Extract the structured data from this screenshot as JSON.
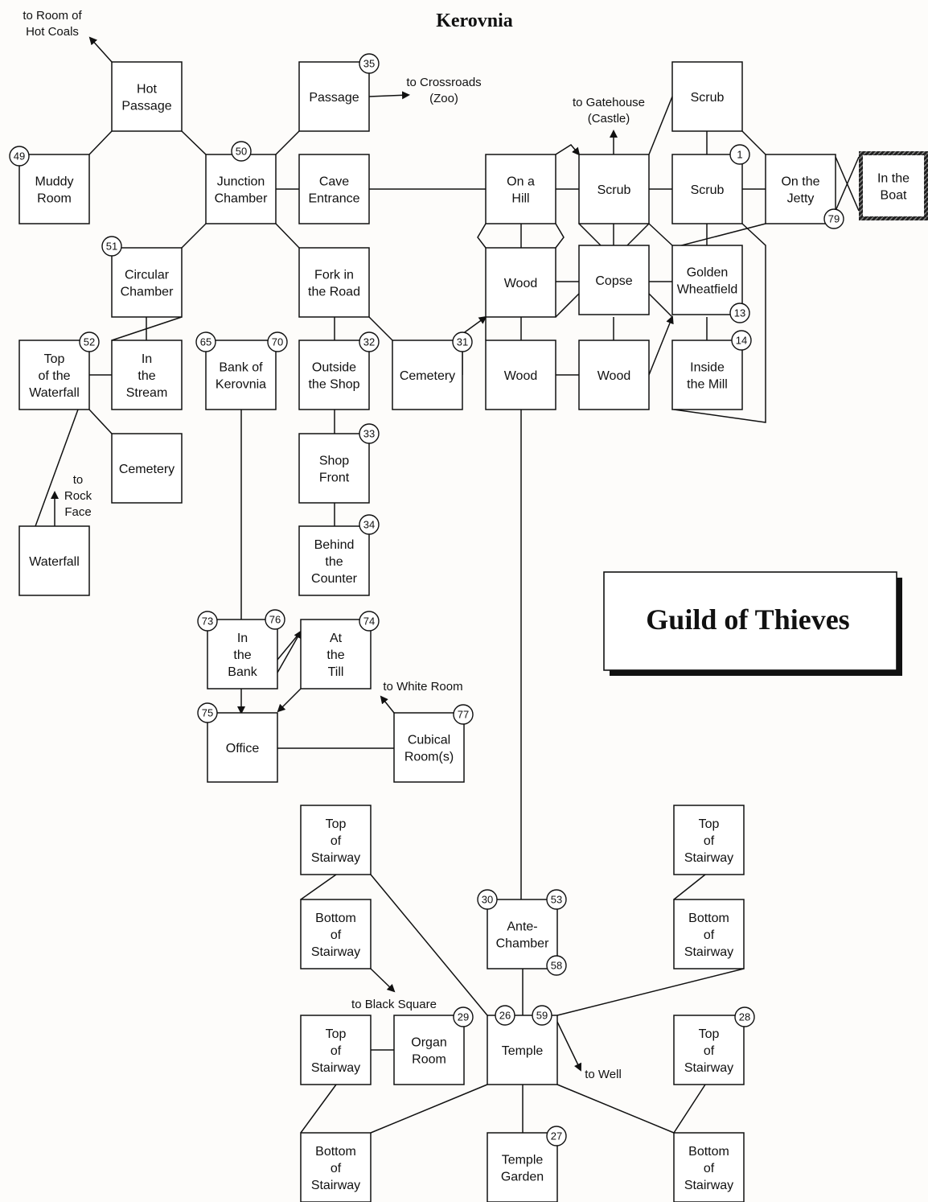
{
  "title": "Kerovnia",
  "guild_title": "Guild of Thieves",
  "rooms": [
    {
      "id": "hot-passage",
      "label": [
        "Hot",
        "Passage"
      ]
    },
    {
      "id": "passage",
      "label": [
        "Passage"
      ],
      "num": "35"
    },
    {
      "id": "muddy-room",
      "label": [
        "Muddy",
        "Room"
      ],
      "num": "49"
    },
    {
      "id": "junction-chamber",
      "label": [
        "Junction",
        "Chamber"
      ],
      "num": "50"
    },
    {
      "id": "cave-entrance",
      "label": [
        "Cave",
        "Entrance"
      ]
    },
    {
      "id": "circular-chamber",
      "label": [
        "Circular",
        "Chamber"
      ],
      "num": "51"
    },
    {
      "id": "fork-in-the-road",
      "label": [
        "Fork in",
        "the Road"
      ]
    },
    {
      "id": "top-of-the-waterfall",
      "label": [
        "Top",
        "of the",
        "Waterfall"
      ],
      "num": "52"
    },
    {
      "id": "in-the-stream",
      "label": [
        "In",
        "the",
        "Stream"
      ]
    },
    {
      "id": "bank-of-kerovnia",
      "label": [
        "Bank of",
        "Kerovnia"
      ],
      "num": "65",
      "num2": "70"
    },
    {
      "id": "outside-the-shop",
      "label": [
        "Outside",
        "the Shop"
      ],
      "num": "32"
    },
    {
      "id": "cemetery-1",
      "label": [
        "Cemetery"
      ],
      "num": "31"
    },
    {
      "id": "cemetery-2",
      "label": [
        "Cemetery"
      ]
    },
    {
      "id": "shop-front",
      "label": [
        "Shop",
        "Front"
      ],
      "num": "33"
    },
    {
      "id": "behind-the-counter",
      "label": [
        "Behind",
        "the",
        "Counter"
      ],
      "num": "34"
    },
    {
      "id": "waterfall",
      "label": [
        "Waterfall"
      ]
    },
    {
      "id": "on-a-hill",
      "label": [
        "On a",
        "Hill"
      ]
    },
    {
      "id": "scrub-1",
      "label": [
        "Scrub"
      ]
    },
    {
      "id": "scrub-2",
      "label": [
        "Scrub"
      ]
    },
    {
      "id": "scrub-3",
      "label": [
        "Scrub"
      ],
      "num": "1"
    },
    {
      "id": "on-the-jetty",
      "label": [
        "On the",
        "Jetty"
      ],
      "num": "79"
    },
    {
      "id": "in-the-boat",
      "label": [
        "In the",
        "Boat"
      ]
    },
    {
      "id": "wood-1",
      "label": [
        "Wood"
      ]
    },
    {
      "id": "copse",
      "label": [
        "Copse"
      ]
    },
    {
      "id": "golden-wheatfield",
      "label": [
        "Golden",
        "Wheatfield"
      ],
      "num": "13"
    },
    {
      "id": "wood-2",
      "label": [
        "Wood"
      ]
    },
    {
      "id": "wood-3",
      "label": [
        "Wood"
      ]
    },
    {
      "id": "inside-the-mill",
      "label": [
        "Inside",
        "the Mill"
      ],
      "num": "14"
    },
    {
      "id": "in-the-bank",
      "label": [
        "In",
        "the",
        "Bank"
      ],
      "num": "73",
      "num2": "76"
    },
    {
      "id": "at-the-till",
      "label": [
        "At",
        "the",
        "Till"
      ],
      "num": "74"
    },
    {
      "id": "office",
      "label": [
        "Office"
      ],
      "num": "75"
    },
    {
      "id": "cubical-rooms",
      "label": [
        "Cubical",
        "Room(s)"
      ],
      "num": "77"
    },
    {
      "id": "top-of-stairway-1",
      "label": [
        "Top",
        "of",
        "Stairway"
      ]
    },
    {
      "id": "bottom-of-stairway-1",
      "label": [
        "Bottom",
        "of",
        "Stairway"
      ]
    },
    {
      "id": "top-of-stairway-2",
      "label": [
        "Top",
        "of",
        "Stairway"
      ]
    },
    {
      "id": "bottom-of-stairway-2",
      "label": [
        "Bottom",
        "of",
        "Stairway"
      ]
    },
    {
      "id": "ante-chamber",
      "label": [
        "Ante-",
        "Chamber"
      ],
      "num": "30",
      "num2": "53",
      "num3": "58"
    },
    {
      "id": "organ-room",
      "label": [
        "Organ",
        "Room"
      ],
      "num": "29"
    },
    {
      "id": "temple",
      "label": [
        "Temple"
      ],
      "num": "26",
      "num2": "59"
    },
    {
      "id": "top-of-stairway-3",
      "label": [
        "Top",
        "of",
        "Stairway"
      ]
    },
    {
      "id": "top-of-stairway-4",
      "label": [
        "Top",
        "of",
        "Stairway"
      ],
      "num": "28"
    },
    {
      "id": "bottom-of-stairway-3",
      "label": [
        "Bottom",
        "of",
        "Stairway"
      ]
    },
    {
      "id": "temple-garden",
      "label": [
        "Temple",
        "Garden"
      ],
      "num": "27"
    },
    {
      "id": "bottom-of-stairway-4",
      "label": [
        "Bottom",
        "of",
        "Stairway"
      ]
    }
  ],
  "notes": {
    "hot_coals": [
      "to Room of",
      "Hot Coals"
    ],
    "crossroads": [
      "to Crossroads",
      "(Zoo)"
    ],
    "gatehouse": [
      "to Gatehouse",
      "(Castle)"
    ],
    "rock_face": [
      "to",
      "Rock",
      "Face"
    ],
    "white_room": [
      "to White Room"
    ],
    "black_square": [
      "to Black Square"
    ],
    "well": [
      "to Well"
    ]
  }
}
